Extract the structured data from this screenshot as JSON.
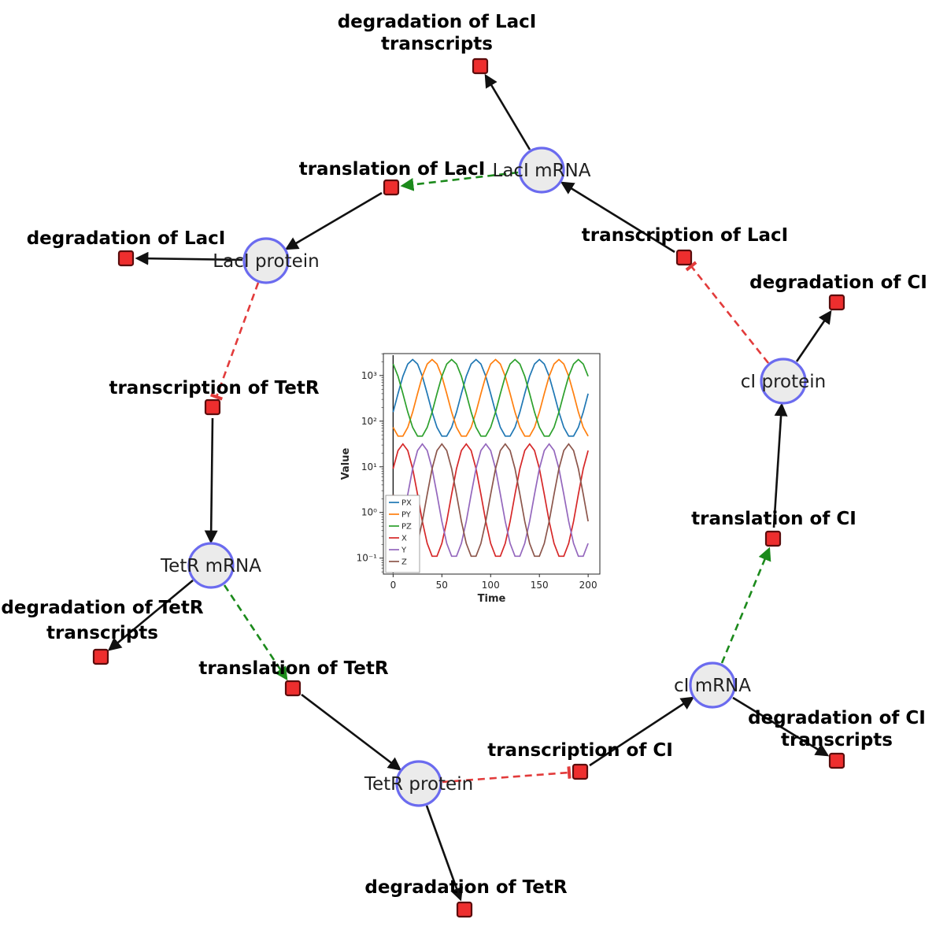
{
  "diagram": {
    "species": [
      {
        "id": "laci-mrna",
        "label": "LacI mRNA"
      },
      {
        "id": "laci-protein",
        "label": "LacI protein"
      },
      {
        "id": "tetr-mrna",
        "label": "TetR mRNA"
      },
      {
        "id": "tetr-protein",
        "label": "TetR protein"
      },
      {
        "id": "ci-mrna",
        "label": "cI mRNA"
      },
      {
        "id": "ci-protein",
        "label": "cI protein"
      }
    ],
    "reactions": [
      {
        "id": "deg-laci-transcripts",
        "lines": [
          "degradation of LacI",
          "transcripts"
        ]
      },
      {
        "id": "translation-laci",
        "lines": [
          "translation of LacI"
        ]
      },
      {
        "id": "transcription-laci",
        "lines": [
          "transcription of LacI"
        ]
      },
      {
        "id": "deg-laci",
        "lines": [
          "degradation of LacI"
        ]
      },
      {
        "id": "deg-ci",
        "lines": [
          "degradation of CI"
        ]
      },
      {
        "id": "transcription-tetr",
        "lines": [
          "transcription of TetR"
        ]
      },
      {
        "id": "translation-ci",
        "lines": [
          "translation of CI"
        ]
      },
      {
        "id": "deg-tetr-transcripts",
        "lines": [
          "degradation of TetR",
          "transcripts"
        ]
      },
      {
        "id": "translation-tetr",
        "lines": [
          "translation of TetR"
        ]
      },
      {
        "id": "deg-ci-transcripts",
        "lines": [
          "degradation of CI",
          "transcripts"
        ]
      },
      {
        "id": "transcription-ci",
        "lines": [
          "transcription of CI"
        ]
      },
      {
        "id": "deg-tetr",
        "lines": [
          "degradation of TetR"
        ]
      }
    ],
    "edges": [
      {
        "from": "LacI mRNA",
        "to": "degradation of LacI transcripts",
        "type": "consumption"
      },
      {
        "from": "translation of LacI",
        "to": "LacI protein",
        "type": "production"
      },
      {
        "from": "LacI mRNA",
        "to": "translation of LacI",
        "type": "catalysis"
      },
      {
        "from": "LacI protein",
        "to": "degradation of LacI",
        "type": "consumption"
      },
      {
        "from": "LacI protein",
        "to": "transcription of TetR",
        "type": "inhibition"
      },
      {
        "from": "transcription of TetR",
        "to": "TetR mRNA",
        "type": "production"
      },
      {
        "from": "TetR mRNA",
        "to": "degradation of TetR transcripts",
        "type": "consumption"
      },
      {
        "from": "TetR mRNA",
        "to": "translation of TetR",
        "type": "catalysis"
      },
      {
        "from": "translation of TetR",
        "to": "TetR protein",
        "type": "production"
      },
      {
        "from": "TetR protein",
        "to": "degradation of TetR",
        "type": "consumption"
      },
      {
        "from": "TetR protein",
        "to": "transcription of CI",
        "type": "inhibition"
      },
      {
        "from": "transcription of CI",
        "to": "cI mRNA",
        "type": "production"
      },
      {
        "from": "cI mRNA",
        "to": "degradation of CI transcripts",
        "type": "consumption"
      },
      {
        "from": "cI mRNA",
        "to": "translation of CI",
        "type": "catalysis"
      },
      {
        "from": "translation of CI",
        "to": "cI protein",
        "type": "production"
      },
      {
        "from": "cI protein",
        "to": "degradation of CI",
        "type": "consumption"
      },
      {
        "from": "cI protein",
        "to": "transcription of LacI",
        "type": "inhibition"
      },
      {
        "from": "transcription of LacI",
        "to": "LacI mRNA",
        "type": "production"
      }
    ],
    "colors": {
      "species_fill": "#ebebeb",
      "species_stroke": "#6b6bef",
      "reaction_fill": "#ee2e2e",
      "reaction_stroke": "#5a0d0d",
      "edge_solid": "#111111",
      "edge_catalysis": "#1c8a1c",
      "edge_inhibition": "#e23b3b"
    }
  },
  "chart_data": {
    "type": "line",
    "title": "",
    "xlabel": "Time",
    "ylabel": "Value",
    "yscale": "log",
    "xlim": [
      -10,
      212
    ],
    "ylim": [
      0.045,
      3000
    ],
    "xticks": [
      0,
      50,
      100,
      150,
      200
    ],
    "ytick_values": [
      0.1,
      1,
      10,
      100,
      1000
    ],
    "ytick_labels": [
      "10⁻¹",
      "10⁰",
      "10¹",
      "10²",
      "10³"
    ],
    "legend_position": "lower left",
    "x": [
      0,
      5,
      10,
      15,
      20,
      25,
      30,
      35,
      40,
      45,
      50,
      55,
      60,
      65,
      70,
      75,
      80,
      85,
      90,
      95,
      100,
      105,
      110,
      115,
      120,
      125,
      130,
      135,
      140,
      145,
      150,
      155,
      160,
      165,
      170,
      175,
      180,
      185,
      190,
      195,
      200
    ],
    "series": [
      {
        "name": "PX",
        "color": "#1f77b4",
        "values": [
          158,
          400,
          961,
          1787,
          2239,
          1787,
          961,
          400,
          158,
          73,
          47,
          47,
          73,
          158,
          400,
          961,
          1787,
          2239,
          1787,
          961,
          400,
          158,
          73,
          47,
          47,
          73,
          158,
          400,
          961,
          1787,
          2239,
          1787,
          961,
          400,
          158,
          73,
          47,
          47,
          73,
          158,
          400
        ]
      },
      {
        "name": "PY",
        "color": "#ff7f0e",
        "values": [
          73,
          47,
          47,
          73,
          158,
          400,
          961,
          1787,
          2239,
          1787,
          961,
          400,
          158,
          73,
          47,
          47,
          73,
          158,
          400,
          961,
          1787,
          2239,
          1787,
          961,
          400,
          158,
          73,
          47,
          47,
          73,
          158,
          400,
          961,
          1787,
          2239,
          1787,
          961,
          400,
          158,
          73,
          47
        ]
      },
      {
        "name": "PZ",
        "color": "#2ca02c",
        "values": [
          1787,
          961,
          400,
          158,
          73,
          47,
          47,
          73,
          158,
          400,
          961,
          1787,
          2239,
          1787,
          961,
          400,
          158,
          73,
          47,
          47,
          73,
          158,
          400,
          961,
          1787,
          2239,
          1787,
          961,
          400,
          158,
          73,
          47,
          47,
          73,
          158,
          400,
          961,
          1787,
          2239,
          1787,
          961
        ]
      },
      {
        "name": "X",
        "color": "#d62728",
        "values": [
          9.1,
          22.7,
          31.6,
          22.7,
          9.1,
          2.5,
          0.64,
          0.21,
          0.11,
          0.11,
          0.21,
          0.64,
          2.5,
          9.1,
          22.7,
          31.6,
          22.7,
          9.1,
          2.5,
          0.64,
          0.21,
          0.11,
          0.11,
          0.21,
          0.64,
          2.5,
          9.1,
          22.7,
          31.6,
          22.7,
          9.1,
          2.5,
          0.64,
          0.21,
          0.11,
          0.11,
          0.21,
          0.64,
          2.5,
          9.1,
          22.7
        ]
      },
      {
        "name": "Y",
        "color": "#9467bd",
        "values": [
          0.11,
          0.21,
          0.64,
          2.5,
          9.1,
          22.7,
          31.6,
          22.7,
          9.1,
          2.5,
          0.64,
          0.21,
          0.11,
          0.11,
          0.21,
          0.64,
          2.5,
          9.1,
          22.7,
          31.6,
          22.7,
          9.1,
          2.5,
          0.64,
          0.21,
          0.11,
          0.11,
          0.21,
          0.64,
          2.5,
          9.1,
          22.7,
          31.6,
          22.7,
          9.1,
          2.5,
          0.64,
          0.21,
          0.11,
          0.11,
          0.21
        ]
      },
      {
        "name": "Z",
        "color": "#8c564b",
        "values": [
          2.5,
          0.64,
          0.21,
          0.11,
          0.11,
          0.21,
          0.64,
          2.5,
          9.1,
          22.7,
          31.6,
          22.7,
          9.1,
          2.5,
          0.64,
          0.21,
          0.11,
          0.11,
          0.21,
          0.64,
          2.5,
          9.1,
          22.7,
          31.6,
          22.7,
          9.1,
          2.5,
          0.64,
          0.21,
          0.11,
          0.11,
          0.21,
          0.64,
          2.5,
          9.1,
          22.7,
          31.6,
          22.7,
          9.1,
          2.5,
          0.64
        ]
      }
    ]
  }
}
